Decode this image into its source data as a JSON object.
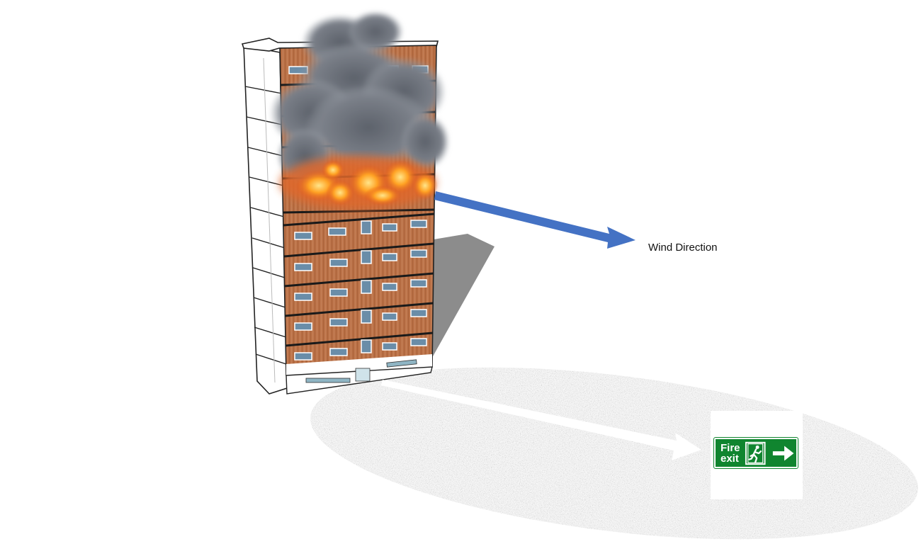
{
  "labels": {
    "wind_direction": "Wind Direction",
    "sign_line1": "Fire",
    "sign_line2": "exit"
  },
  "colors": {
    "wind_arrow": "#4472c4",
    "exit_arrow": "#ffffff",
    "brick": "#b76f47",
    "sign_green": "#10852f",
    "smoke": "#7f8590",
    "flame": "#f59a23"
  },
  "icons": {
    "sign_figure": "running-person-icon",
    "sign_arrow": "right-arrow-icon"
  }
}
